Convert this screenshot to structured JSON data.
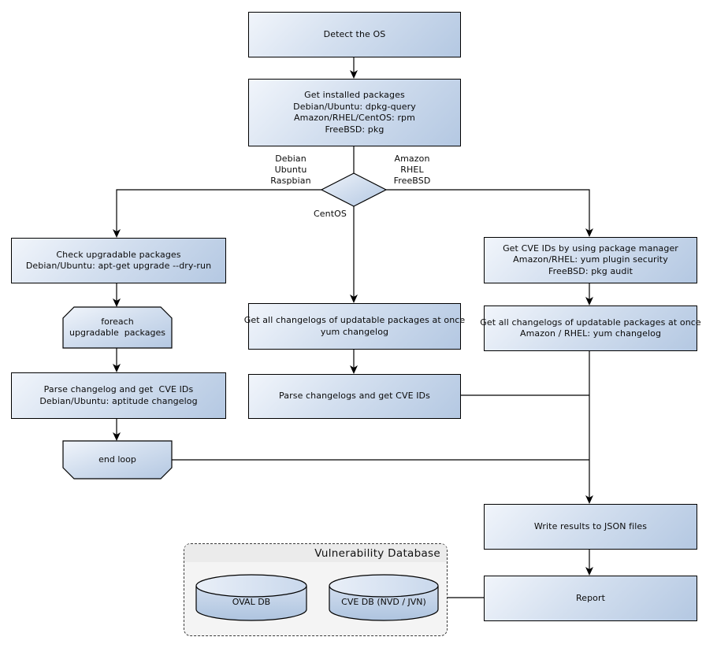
{
  "diagram": {
    "nodes": {
      "detect_os": "Detect the OS",
      "get_installed_packages": "Get installed packages\nDebian/Ubuntu: dpkg-query\nAmazon/RHEL/CentOS: rpm\nFreeBSD: pkg",
      "check_upgradable": "Check upgradable packages\nDebian/Ubuntu: apt-get upgrade --dry-run",
      "foreach_loop": "foreach\nupgradable  packages",
      "parse_changelog_debian": "Parse changelog and get  CVE IDs\nDebian/Ubuntu: aptitude changelog",
      "end_loop": "end loop",
      "get_changelogs_centos": "Get all changelogs of updatable packages at once\nyum changelog",
      "parse_changelogs_centos": "Parse changelogs and get CVE IDs",
      "get_cve_package_manager": "Get CVE IDs by using package manager\nAmazon/RHEL: yum plugin security\nFreeBSD: pkg audit",
      "get_changelogs_rhel": "Get all changelogs of updatable packages at once\nAmazon / RHEL: yum changelog",
      "write_json": "Write results to JSON files",
      "report": "Report"
    },
    "edge_labels": {
      "left_branch": "Debian\nUbuntu\nRaspbian",
      "right_branch": "Amazon\nRHEL\nFreeBSD",
      "bottom_branch": "CentOS"
    },
    "database_panel": {
      "title": "Vulnerability Database",
      "oval_db": "OVAL DB",
      "cve_db": "CVE DB (NVD / JVN)"
    },
    "colors": {
      "node_gradient_start": "#f1f5fb",
      "node_gradient_end": "#b4c8e2",
      "line": "#000000",
      "panel_bg": "#f4f4f4",
      "panel_header_bg": "#ebebeb"
    }
  }
}
